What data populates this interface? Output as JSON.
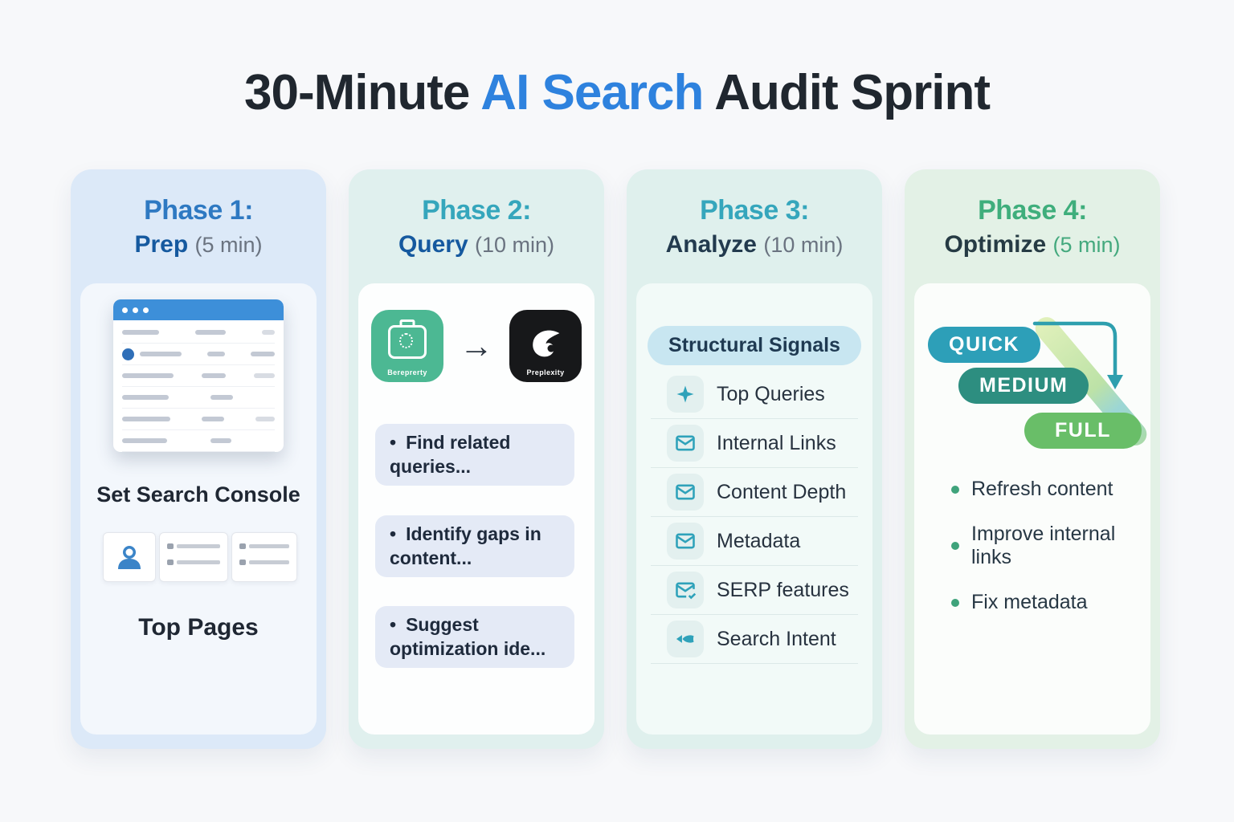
{
  "title": {
    "prefix": "30-Minute ",
    "highlight": "AI Search",
    "suffix": " Audit Sprint"
  },
  "colors": {
    "page_bg": "#F7F8FA",
    "title_dark": "#20272F",
    "title_accent": "#2E82DE",
    "phase1_bg": "#DCE9F8",
    "phase1_accent": "#2E79C2",
    "phase2_bg": "#E0F0EE",
    "phase2_accent": "#35A6BC",
    "phase3_bg": "#DFF0ED",
    "phase3_icon": "#2FA2BA",
    "phase4_bg": "#E3F1E6",
    "phase4_accent": "#3FAE7C",
    "pill_quick": "#2D9FB8",
    "pill_medium": "#2D8E80",
    "pill_full": "#69BE68",
    "browser_bar": "#3D8FD9"
  },
  "phases": [
    {
      "label": "Phase 1:",
      "name": "Prep",
      "duration": "(5 min)",
      "caption_console": "Set Search Console",
      "caption_pages": "Top Pages",
      "icons": {
        "browser": "browser-window-mockup",
        "person": "person-icon"
      }
    },
    {
      "label": "Phase 2:",
      "name": "Query",
      "duration": "(10 min)",
      "icons": {
        "source_label": "Bereprerty",
        "target_label": "Preplexity",
        "arrow": "→"
      },
      "bullets": [
        "Find related queries...",
        "Identify gaps in content...",
        "Suggest optimization ide..."
      ]
    },
    {
      "label": "Phase 3:",
      "name": "Analyze",
      "duration": "(10 min)",
      "badge": "Structural Signals",
      "items": [
        {
          "icon": "sparkle-icon",
          "label": "Top Queries"
        },
        {
          "icon": "mail-icon",
          "label": "Internal Links"
        },
        {
          "icon": "mail-icon",
          "label": "Content Depth"
        },
        {
          "icon": "mail-icon",
          "label": "Metadata"
        },
        {
          "icon": "mail-check-icon",
          "label": "SERP features"
        },
        {
          "icon": "fish-icon",
          "label": "Search Intent"
        }
      ]
    },
    {
      "label": "Phase 4:",
      "name": "Optimize",
      "duration": "(5 min)",
      "pills": [
        "QUICK",
        "MEDIUM",
        "FULL"
      ],
      "bullets": [
        "Refresh content",
        "Improve internal links",
        "Fix metadata"
      ]
    }
  ]
}
